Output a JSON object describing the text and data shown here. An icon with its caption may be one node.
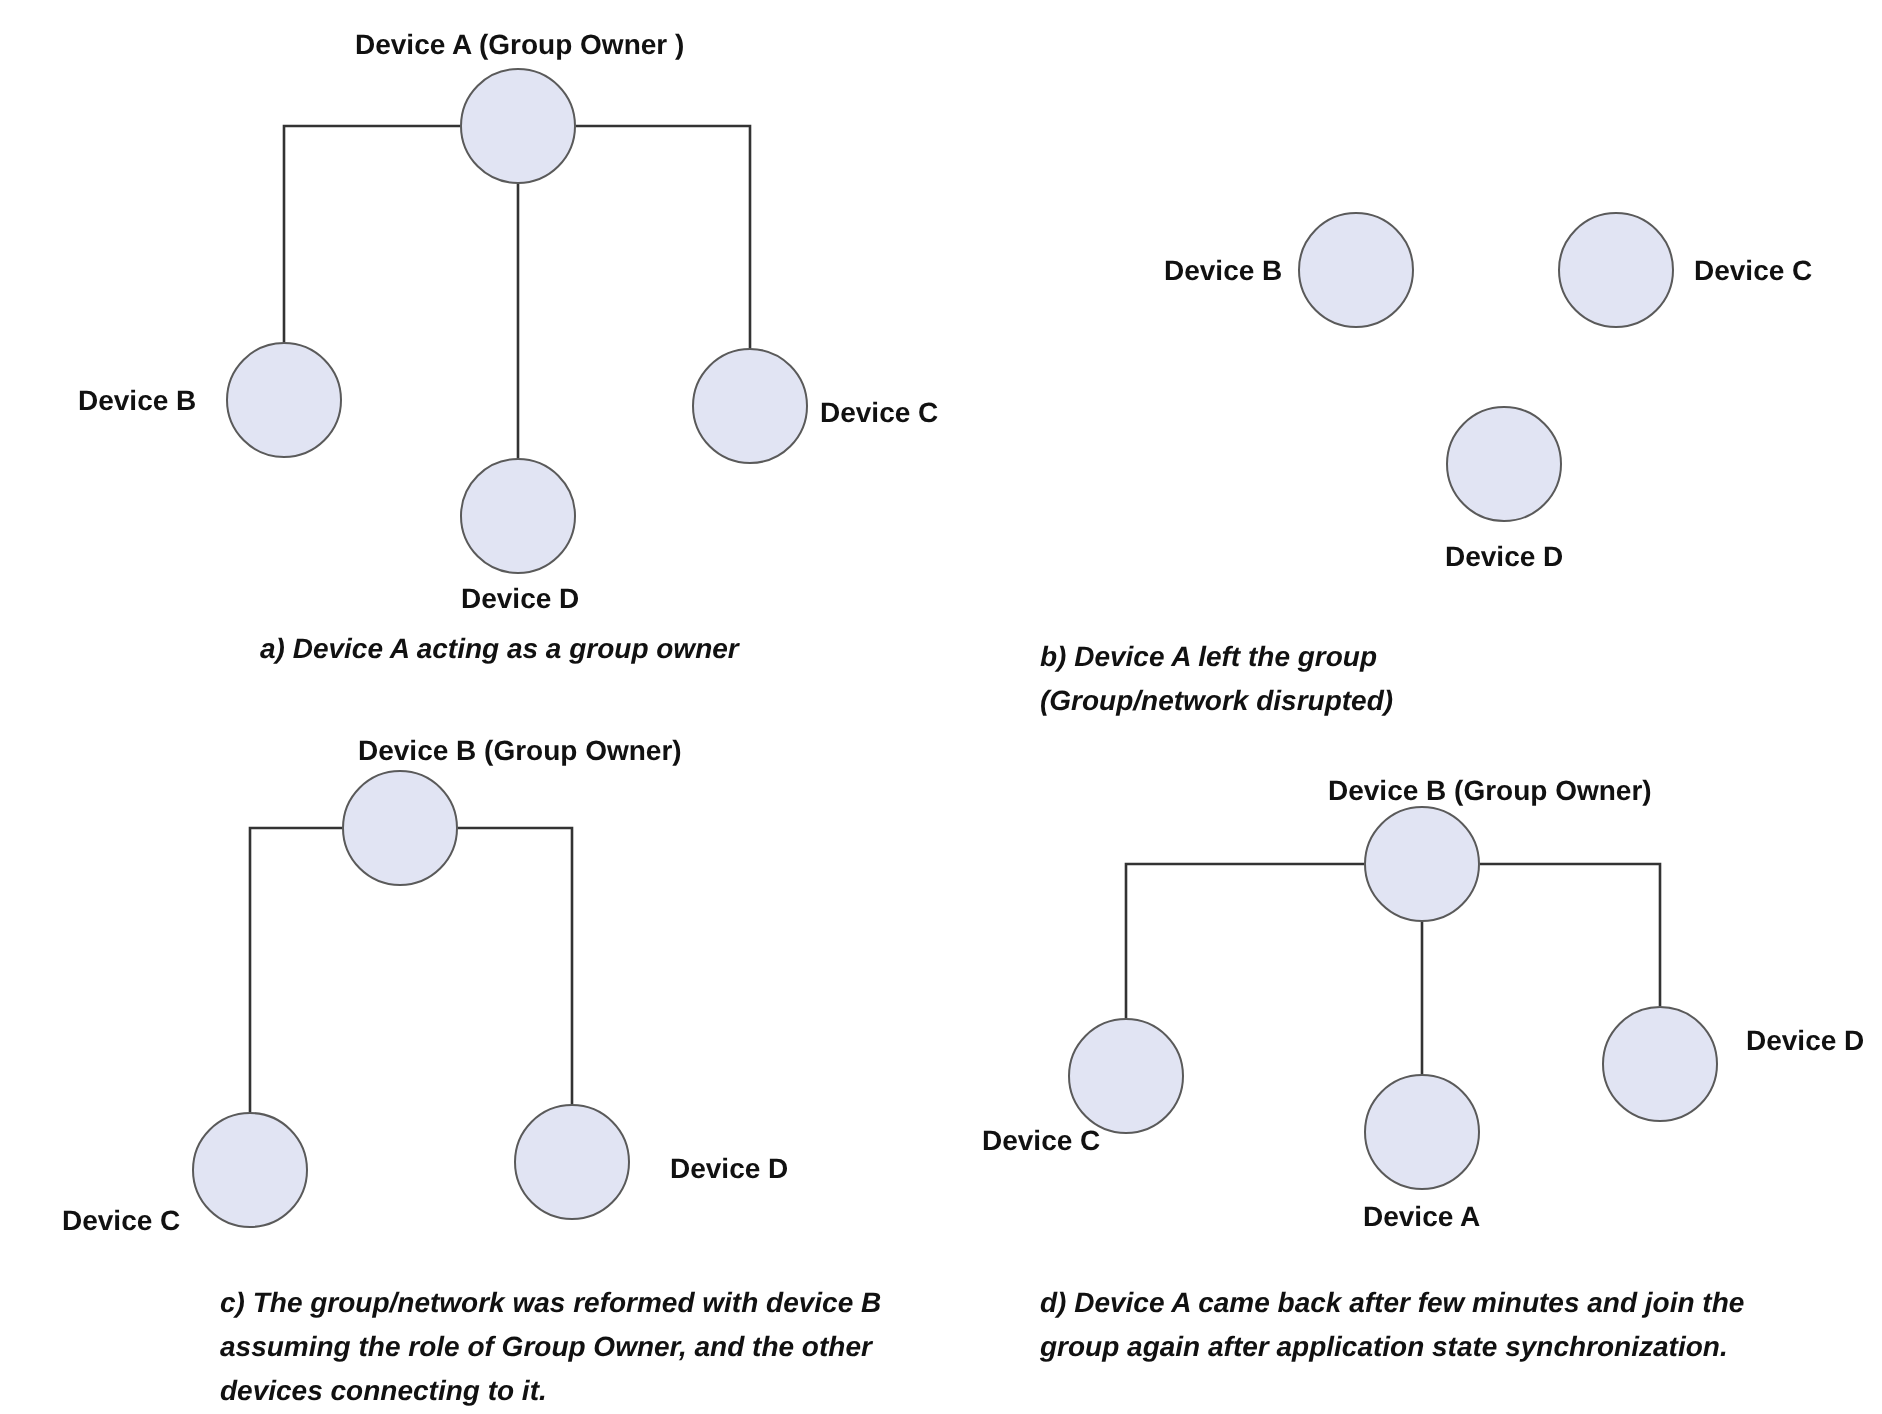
{
  "diagram": {
    "nodes": [
      {
        "text": [],
        "shape": "circle",
        "beside": [
          "Device A (Group Owner )"
        ]
      },
      {
        "text": [],
        "shape": "circle",
        "beside": [
          "Device B"
        ]
      },
      {
        "text": [],
        "shape": "circle",
        "beside": [
          "Device D"
        ]
      },
      {
        "text": [],
        "shape": "circle",
        "beside": [
          "Device C"
        ]
      },
      {
        "text": [],
        "shape": "circle",
        "beside": [
          "Device B"
        ]
      },
      {
        "text": [],
        "shape": "circle",
        "beside": [
          "Device C"
        ]
      },
      {
        "text": [],
        "shape": "circle",
        "beside": [
          "Device D"
        ]
      },
      {
        "text": [],
        "shape": "circle",
        "beside": [
          "Device B (Group Owner)"
        ]
      },
      {
        "text": [],
        "shape": "circle",
        "beside": [
          "Device C"
        ]
      },
      {
        "text": [],
        "shape": "circle",
        "beside": [
          "Device D"
        ]
      },
      {
        "text": [],
        "shape": "circle",
        "beside": [
          "Device B (Group Owner)"
        ]
      },
      {
        "text": [],
        "shape": "circle",
        "beside": [
          "Device C"
        ]
      },
      {
        "text": [],
        "shape": "circle",
        "beside": [
          "Device A"
        ]
      },
      {
        "text": [],
        "shape": "circle",
        "beside": [
          "Device D"
        ]
      }
    ],
    "edges": [
      {
        "from": 0,
        "to": 1,
        "arrow": "none"
      },
      {
        "from": 0,
        "to": 2,
        "arrow": "none"
      },
      {
        "from": 0,
        "to": 3,
        "arrow": "none"
      },
      {
        "from": 7,
        "to": 8,
        "arrow": "none"
      },
      {
        "from": 7,
        "to": 9,
        "arrow": "none"
      },
      {
        "from": 10,
        "to": 11,
        "arrow": "none"
      },
      {
        "from": 10,
        "to": 12,
        "arrow": "none"
      },
      {
        "from": 10,
        "to": 13,
        "arrow": "none"
      }
    ],
    "labels": [
      "a) Device A acting as a group owner",
      "b) Device A left the group (Group/network disrupted)",
      "c) The group/network was reformed with device B assuming the role of Group Owner, and the other devices connecting to it.",
      "d) Device A came back after few minutes and join the group again after application state synchronization."
    ]
  }
}
